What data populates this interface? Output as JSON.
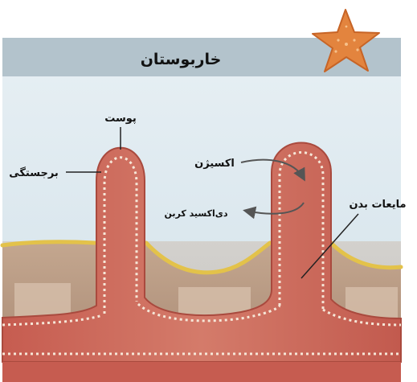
{
  "title": "خاربوستان",
  "labels": {
    "skin": "پوست",
    "bump": "برجستگی",
    "oxygen": "اکسیژن",
    "co2": "دی‌اکسید کربن",
    "body_fluids": "مایعات بدن"
  },
  "icons": {
    "starfish": "starfish-icon"
  },
  "colors": {
    "header_bar": "#b7c6cf",
    "sky": "#d6e6ef",
    "tissue": "#cc6a5d",
    "tissue_edge": "#a94a3e",
    "base": "#b99a85",
    "yellow_rim": "#e0bf45",
    "dots": "#f6e7d8",
    "starfish": "#e3843e"
  }
}
